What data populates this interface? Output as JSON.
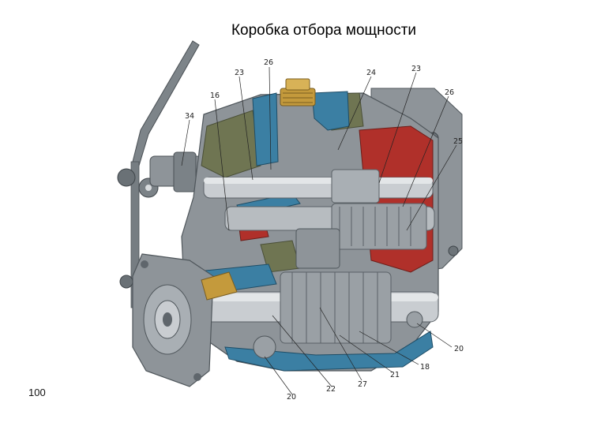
{
  "slide": {
    "title": "Коробка отбора мощности",
    "page_number": "100"
  },
  "figure": {
    "callouts": [
      {
        "id": "c26a",
        "text": "26"
      },
      {
        "id": "c23a",
        "text": "23"
      },
      {
        "id": "c24",
        "text": "24"
      },
      {
        "id": "c23b",
        "text": "23"
      },
      {
        "id": "c16",
        "text": "16"
      },
      {
        "id": "c34",
        "text": "34"
      },
      {
        "id": "c26b",
        "text": "26"
      },
      {
        "id": "c25",
        "text": "25"
      },
      {
        "id": "c20a",
        "text": "20"
      },
      {
        "id": "c18",
        "text": "18"
      },
      {
        "id": "c21",
        "text": "21"
      },
      {
        "id": "c27",
        "text": "27"
      },
      {
        "id": "c22",
        "text": "22"
      },
      {
        "id": "c20b",
        "text": "20"
      }
    ],
    "colors": {
      "housing_gray": "#8e9499",
      "housing_dark": "#5f666c",
      "cutaway_red": "#b0302a",
      "cutaway_blue": "#3b7fa3",
      "steel_light": "#c9cdd1",
      "olive": "#6f7552",
      "bronze": "#c49a3c"
    }
  }
}
